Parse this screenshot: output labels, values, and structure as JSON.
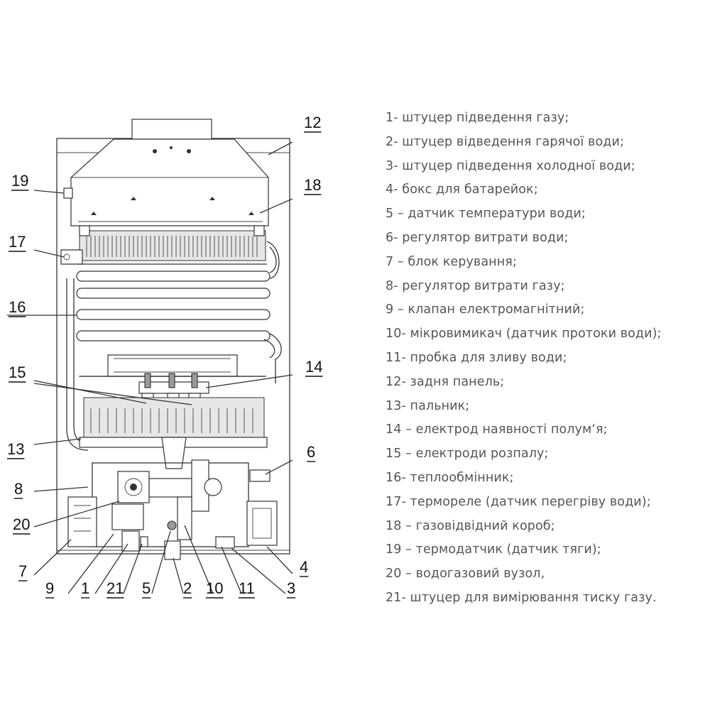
{
  "callouts": [
    {
      "num": "12"
    },
    {
      "num": "19"
    },
    {
      "num": "18"
    },
    {
      "num": "17"
    },
    {
      "num": "16"
    },
    {
      "num": "15"
    },
    {
      "num": "14"
    },
    {
      "num": "13"
    },
    {
      "num": "6"
    },
    {
      "num": "8"
    },
    {
      "num": "20"
    },
    {
      "num": "7"
    },
    {
      "num": "4"
    },
    {
      "num": "9"
    },
    {
      "num": "1"
    },
    {
      "num": "21"
    },
    {
      "num": "5"
    },
    {
      "num": "2"
    },
    {
      "num": "10"
    },
    {
      "num": "11"
    },
    {
      "num": "3"
    }
  ],
  "legend": [
    "1- штуцер підведення газу;",
    "2- штуцер відведення гарячої води;",
    "3- штуцер підведення холодної води;",
    "4- бокс для батарейок;",
    "5 – датчик температури води;",
    "6- регулятор витрати води;",
    "7 – блок керування;",
    "8- регулятор витрати газу;",
    "9 – клапан електромагнітний;",
    "10- мікровимикач (датчик протоки води);",
    "11- пробка для зливу води;",
    "12- задня панель;",
    "13- пальник;",
    "14 – електрод наявності полум‘я;",
    "15 – електроди розпалу;",
    "16- теплообмінник;",
    "17- термореле (датчик перегріву води);",
    "18 – газовідвідний короб;",
    "19 – термодатчик (датчик тяги);",
    "20 – водогазовий вузол,",
    "21- штуцер для вимірювання тиску газу."
  ]
}
